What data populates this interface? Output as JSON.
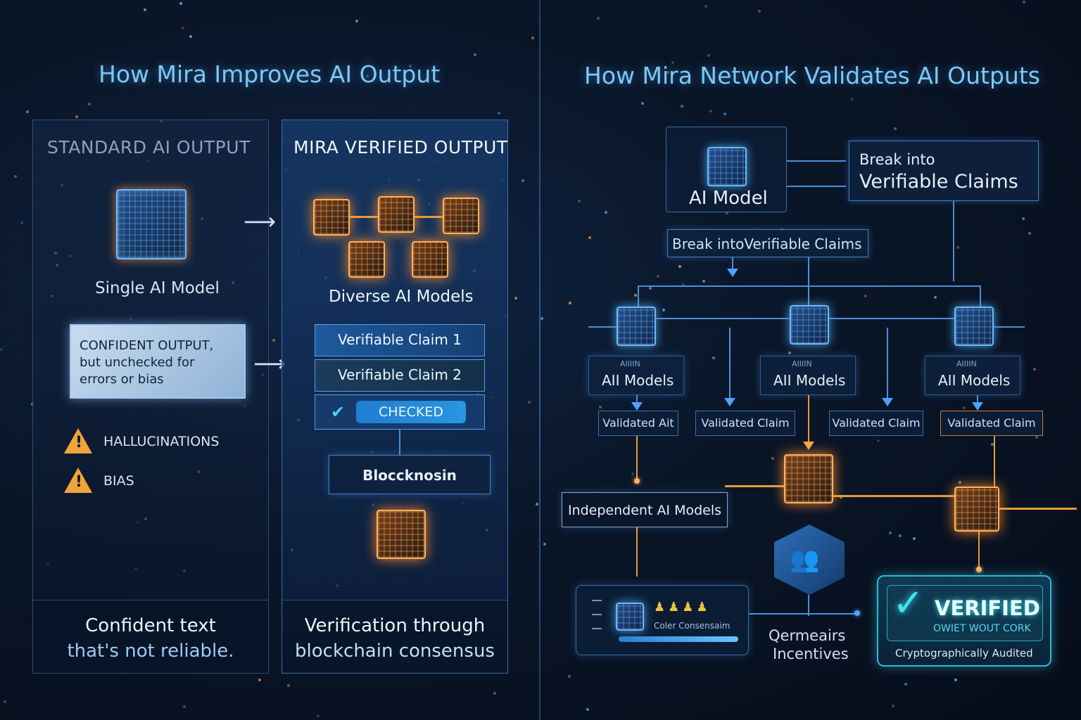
{
  "left": {
    "title": "How Mira Improves AI Output",
    "standard": {
      "heading": "STANDARD AI OUTPUT",
      "model_label": "Single AI Model",
      "output_box": [
        "CONFIDENT OUTPUT,",
        "but unchecked for",
        "errors or bias"
      ],
      "warnings": [
        "HALLUCINATIONS",
        "BIAS"
      ],
      "footer": [
        "Confident text",
        "that's not reliable."
      ]
    },
    "verified": {
      "heading": "MIRA VERIFIED OUTPUT",
      "models_label": "Diverse AI Models",
      "claims": [
        "Verifiable Claim 1",
        "Verifiable Claim 2"
      ],
      "checked": "CHECKED",
      "blockchain": "Blocсknosin",
      "footer": [
        "Verification through",
        "blockchain consensus"
      ]
    }
  },
  "right": {
    "title": "How Mira Network Validates AI Outputs",
    "ai_model": "AI Model",
    "break_box": [
      "Break into",
      "Verifiable Claims"
    ],
    "break_bar": "Break intoVerifiable Claims",
    "models": [
      {
        "small": "AIIIIN",
        "label": "AII Models"
      },
      {
        "small": "AIIIIN",
        "label": "AII Models"
      },
      {
        "small": "AIIIIN",
        "label": "AII Models"
      }
    ],
    "validated": [
      "Validated Ait",
      "Validated Claim",
      "Validated Claim",
      "Validated Claim"
    ],
    "independent": "Independent AI Models",
    "consensus": "Coler Consensaim",
    "incentives": [
      "Qermeairs",
      "Incentives"
    ],
    "verified_badge": {
      "word": "VERIFIED",
      "sub": "OWIET WOUT CORK",
      "caption": "Cryptographically Audited"
    }
  },
  "colors": {
    "accent_blue": "#7cc8f5",
    "accent_orange": "#f2a43a",
    "verified_cyan": "#3fe3f0",
    "background": "#0a1628"
  }
}
